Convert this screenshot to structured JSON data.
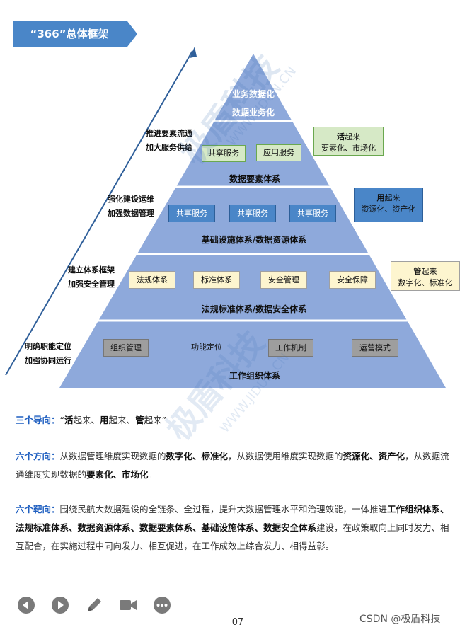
{
  "header": {
    "title": "“366”总体框架"
  },
  "pyramid": {
    "top_lines": [
      "业务数据化",
      "数据业务化"
    ],
    "tiers": [
      {
        "title": "数据要素体系",
        "boxes": [
          "共享服务",
          "应用服务"
        ],
        "side": [
          "推进要素流通",
          "加大服务供给"
        ],
        "callout": {
          "head": "活",
          "tail": "起来",
          "line2": "要素化、市场化"
        }
      },
      {
        "title": "基础设施体系/数据资源体系",
        "boxes": [
          "共享服务",
          "共享服务",
          "共享服务"
        ],
        "side": [
          "强化建设运维",
          "加强数据管理"
        ],
        "callout": {
          "head": "用",
          "tail": "起来",
          "line2": "资源化、资产化"
        }
      },
      {
        "title": "法规标准体系/数据安全体系",
        "boxes": [
          "法规体系",
          "标准体系",
          "安全管理",
          "安全保障"
        ],
        "side": [
          "建立体系框架",
          "加强安全管理"
        ],
        "callout": {
          "head": "管",
          "tail": "起来",
          "line2": "数字化、标准化"
        }
      },
      {
        "title": "工作组织体系",
        "boxes": [
          "组织管理",
          "功能定位",
          "工作机制",
          "运营模式"
        ],
        "side": [
          "明确职能定位",
          "加强协同运行"
        ]
      }
    ]
  },
  "watermark": {
    "brand": "极盾科技",
    "url": "WWW.JIDUN.CN"
  },
  "text": {
    "p1": {
      "lead": "三个导向：",
      "s1": "“",
      "b1": "活",
      "s2": "起来、",
      "b2": "用",
      "s3": "起来、",
      "b3": "管",
      "s4": "起来”"
    },
    "p2": {
      "lead": "六个方向：",
      "s1": "从数据管理维度实现数据的",
      "b1": "数字化、标准化",
      "s2": "，从数据使用维度实现数据的",
      "b2": "资源化、资产化",
      "s3": "，从数据流通维度实现数据的",
      "b3": "要素化、市场化",
      "s4": "。"
    },
    "p3": {
      "lead": "六个靶向：",
      "s1": "围绕民航大数据建设的全链条、全过程，提升大数据管理水平和治理效能，一体推进",
      "b1": "工作组织体系、法规标准体系、数据资源体系、数据要素体系、基础设施体系、数据安全体系",
      "s2": "建设，在政策取向上同时发力、相互配合，在实施过程中同向发力、相互促进，在工作成效上综合发力、相得益彰。"
    }
  },
  "footer": {
    "page": "07",
    "credit": "CSDN @极盾科技"
  },
  "colors": {
    "pyramid": "#8ea9db",
    "banner": "#4a86c8",
    "lead": "#1f5fc0",
    "arrow": "#2f5f9a"
  }
}
